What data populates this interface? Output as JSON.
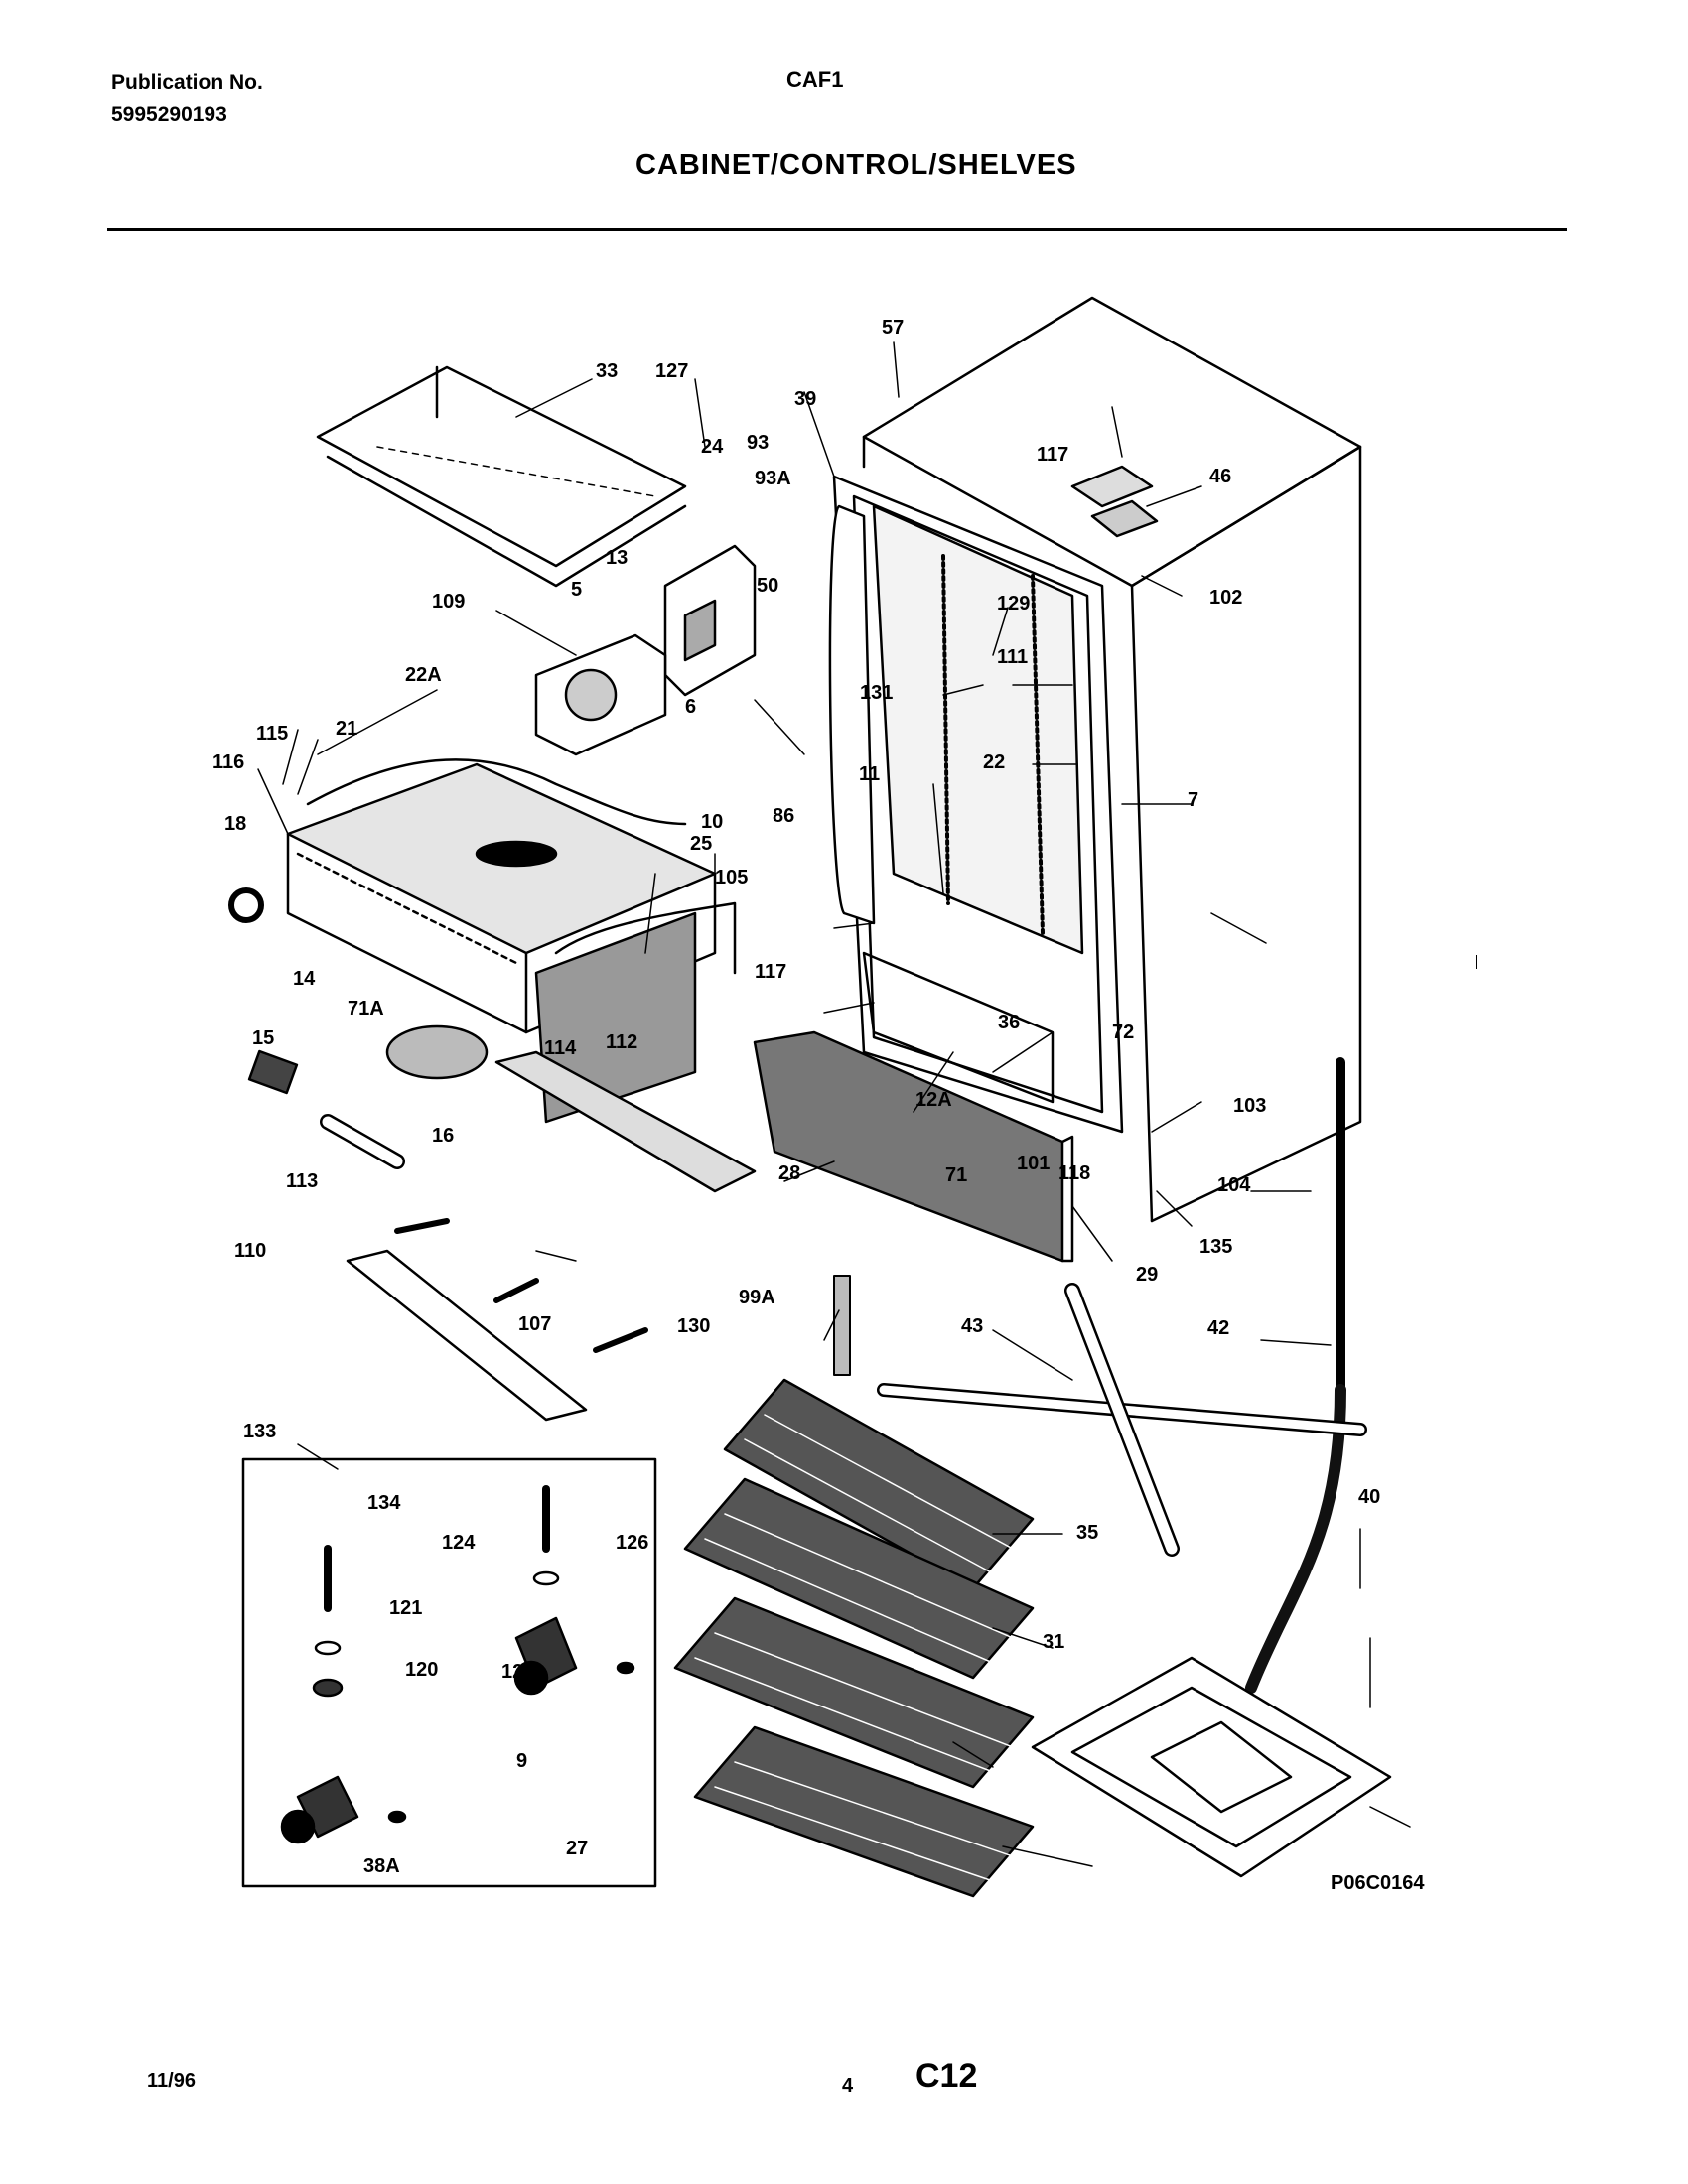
{
  "header": {
    "publication_label": "Publication No.",
    "publication_number": "5995290193",
    "model": "CAF1",
    "title": "CABINET/CONTROL/SHELVES"
  },
  "footer": {
    "date": "11/96",
    "page": "4",
    "code": "C12"
  },
  "drawing_code": "P06C0164",
  "callouts": [
    "33",
    "127",
    "24",
    "93",
    "93A",
    "13",
    "5",
    "50",
    "109",
    "22A",
    "21",
    "115",
    "116",
    "18",
    "25",
    "105",
    "117",
    "14",
    "71A",
    "112",
    "114",
    "16",
    "15",
    "113",
    "110",
    "130",
    "107",
    "133",
    "134",
    "124",
    "126",
    "121",
    "120",
    "122",
    "9",
    "27",
    "38A",
    "57",
    "39",
    "117",
    "46",
    "102",
    "129",
    "111",
    "131",
    "6",
    "22",
    "11",
    "7",
    "10",
    "86",
    "36",
    "72",
    "12A",
    "71",
    "101",
    "118",
    "28",
    "103",
    "104",
    "135",
    "29",
    "99A",
    "43",
    "42",
    "40",
    "35",
    "31"
  ]
}
